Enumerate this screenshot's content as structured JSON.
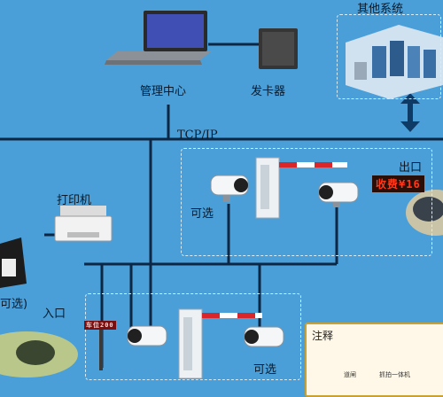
{
  "labels": {
    "other_systems": "其他系统",
    "management_center": "管理中心",
    "card_issuer": "发卡器",
    "network": "TCP/IP",
    "exit": "出口",
    "optional_exit": "可选",
    "printer": "打印机",
    "optional_left": "可选)",
    "entrance": "入口",
    "optional_bottom": "可选"
  },
  "displays": {
    "exit_fee": "收费¥16",
    "entrance_sign": "车位200"
  },
  "legend": {
    "title": "注释",
    "items": [
      "道闸",
      "抓拍一体机"
    ]
  },
  "colors": {
    "background": "#4a9fd8",
    "line": "#0c2744",
    "dashed": "#d7ecfb",
    "arrow": "#0e3a66",
    "barrier_red": "#d8262b",
    "led_red": "#ff3a1a"
  }
}
